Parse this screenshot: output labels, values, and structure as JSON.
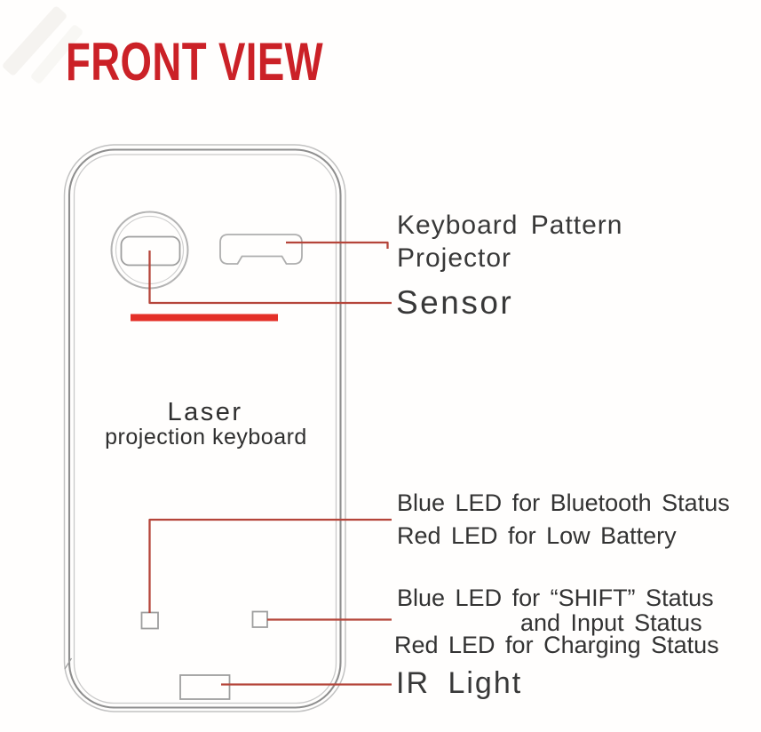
{
  "page": {
    "title": "FRONT VIEW"
  },
  "device": {
    "name_line1": "Laser",
    "name_line2": "projection keyboard"
  },
  "callouts": {
    "projector": {
      "line1": "Keyboard Pattern",
      "line2": "Projector"
    },
    "sensor": {
      "label": "Sensor"
    },
    "led_bluetooth": {
      "line1": "Blue LED for Bluetooth Status",
      "line2": "Red LED for Low Battery"
    },
    "led_shift": {
      "line1": "Blue LED for “SHIFT” Status",
      "line2": "and Input Status",
      "line3": "Red LED for Charging Status"
    },
    "ir": {
      "label": "IR Light"
    }
  },
  "colors": {
    "title_red": "#cb2127",
    "callout_line_red": "#b5453a",
    "laser_bar_red": "#e43028",
    "label_dark": "#383838",
    "outline_gray": "#8e8e8e",
    "background": "#fffefd"
  }
}
